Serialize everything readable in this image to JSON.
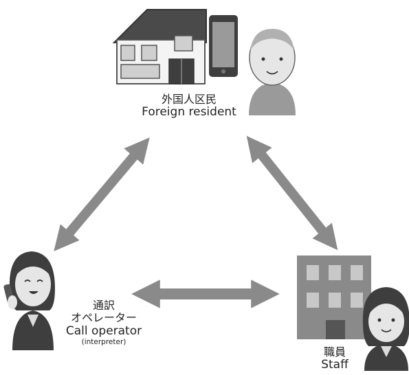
{
  "resident": {
    "label_ja": "外国人区民",
    "label_en": "Foreign resident"
  },
  "operator": {
    "label_ja_1": "通訳",
    "label_ja_2": "オペレーター",
    "label_en": "Call operator",
    "label_note": "(interpreter)"
  },
  "staff": {
    "label_ja": "職員",
    "label_en": "Staff"
  },
  "icons": [
    "house-icon",
    "smartphone-icon",
    "elderly-man-icon",
    "woman-on-phone-icon",
    "office-building-icon",
    "staff-woman-icon"
  ],
  "colors": {
    "arrow": "#8a8a8a",
    "dark": "#3e3e3e",
    "skin": "#e6e6e6",
    "mid": "#b5b5b5"
  }
}
